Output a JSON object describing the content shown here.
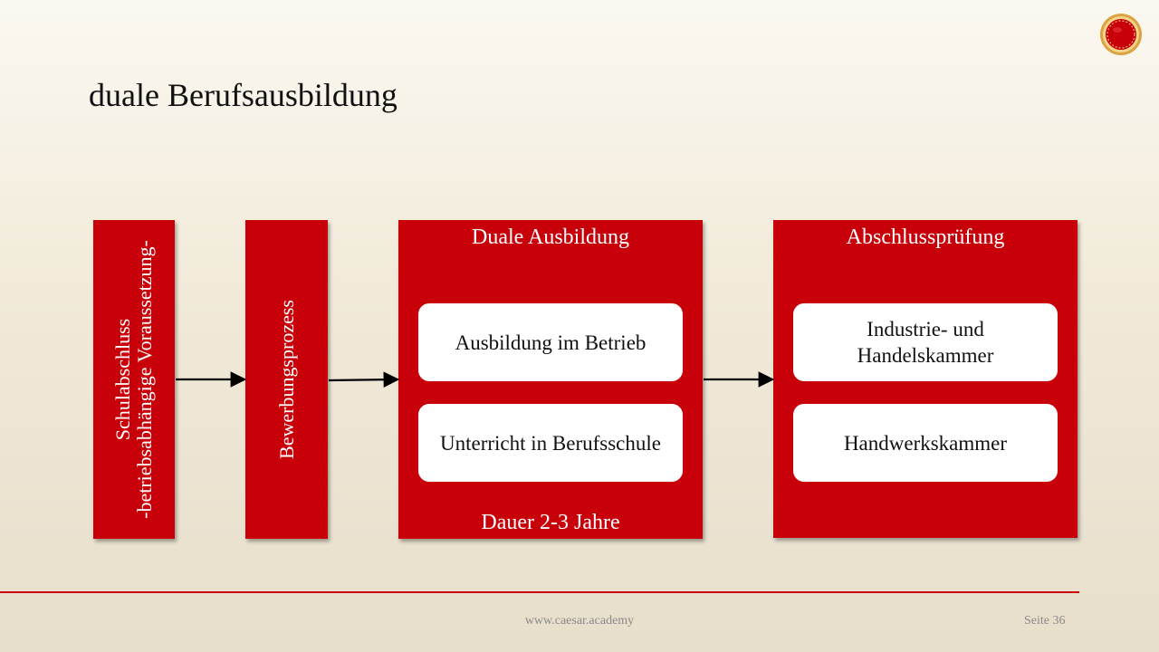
{
  "slide": {
    "title": "duale Berufsausbildung"
  },
  "diagram": {
    "schulabschluss": {
      "line1": "Schulabschluss",
      "line2": "-betriebsabhängige Voraussetzung-"
    },
    "bewerbung": {
      "label": "Bewerbungsprozess"
    },
    "duale_ausbildung": {
      "header": "Duale Ausbildung",
      "item1": "Ausbildung im Betrieb",
      "item2": "Unterricht in Berufsschule",
      "footer": "Dauer 2-3 Jahre"
    },
    "abschluss": {
      "header": "Abschlussprüfung",
      "item1": "Industrie- und Handelskammer",
      "item2": "Handwerkskammer"
    }
  },
  "footer": {
    "url": "www.caesar.academy",
    "page": "Seite 36"
  },
  "colors": {
    "brand_red": "#c8000a",
    "gold": "#d9a441"
  }
}
